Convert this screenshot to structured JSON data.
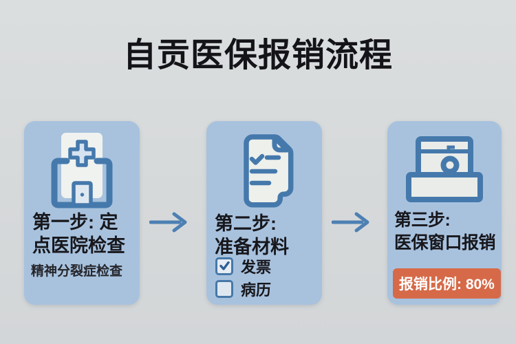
{
  "title": "自贡医保报销流程",
  "colors": {
    "background": "#d6d9da",
    "card": "#a8c2de",
    "icon_stroke": "#4579ac",
    "icon_fill": "#eef0ec",
    "arrow": "#4d80b3",
    "text": "#17171c",
    "badge_bg": "#d66a48",
    "badge_text": "#ffffff"
  },
  "steps": [
    {
      "icon": "hospital-icon",
      "title_line1": "第一步: 定",
      "title_line2": "点医院检查",
      "subtitle": "精神分裂症检查"
    },
    {
      "icon": "document-checklist-icon",
      "title_line1": "第二步:",
      "title_line2": "准备材料",
      "checklist": [
        {
          "label": "发票",
          "checked": true
        },
        {
          "label": "病历",
          "checked": false
        }
      ]
    },
    {
      "icon": "service-counter-icon",
      "title_line1": "第三步:",
      "title_line2": "医保窗口报销",
      "badge": "报销比例: 80%"
    }
  ]
}
